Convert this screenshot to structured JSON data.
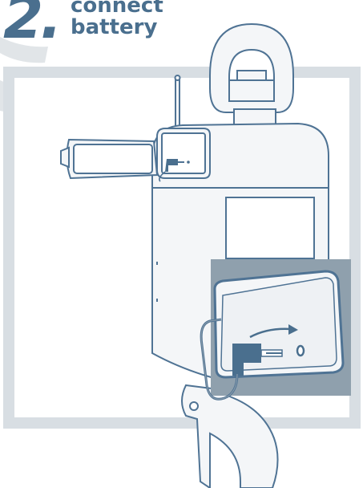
{
  "step": {
    "number": "2.",
    "line1": "connect",
    "line2": "battery"
  },
  "colors": {
    "accent": "#4a6f8e",
    "line": "#4f7394",
    "frame": "#d8dee3",
    "device_fill": "#f4f6f8",
    "inset_bg": "#8fa0ad"
  },
  "icons": {
    "connector": "dc-plug-icon",
    "arrow": "curved-arrow-icon",
    "port": "power-port-icon"
  }
}
